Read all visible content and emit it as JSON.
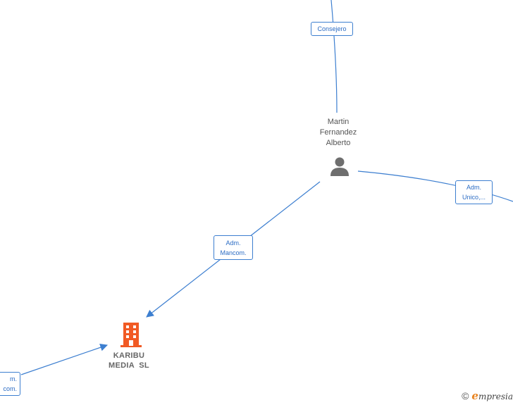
{
  "nodes": {
    "person": {
      "name_lines": [
        "Martin",
        "Fernandez",
        "Alberto"
      ],
      "icon": "person-icon",
      "color": "#6e6e6e"
    },
    "company": {
      "name_lines": [
        "KARIBU",
        "MEDIA  SL"
      ],
      "icon": "building-icon",
      "color": "#f15a24"
    }
  },
  "edges": {
    "consejero": {
      "label": [
        "Consejero"
      ]
    },
    "adm_unico": {
      "label": [
        "Adm.",
        "Unico,..."
      ]
    },
    "adm_mancom": {
      "label": [
        "Adm.",
        "Mancom."
      ]
    },
    "adm_mancom_left": {
      "label": [
        "m.",
        "com."
      ]
    }
  },
  "footer": {
    "copyright_symbol": "©",
    "brand_initial": "e",
    "brand_rest": "mpresia"
  },
  "colors": {
    "edge": "#3d7fd0",
    "label_text": "#2b6cc4"
  }
}
